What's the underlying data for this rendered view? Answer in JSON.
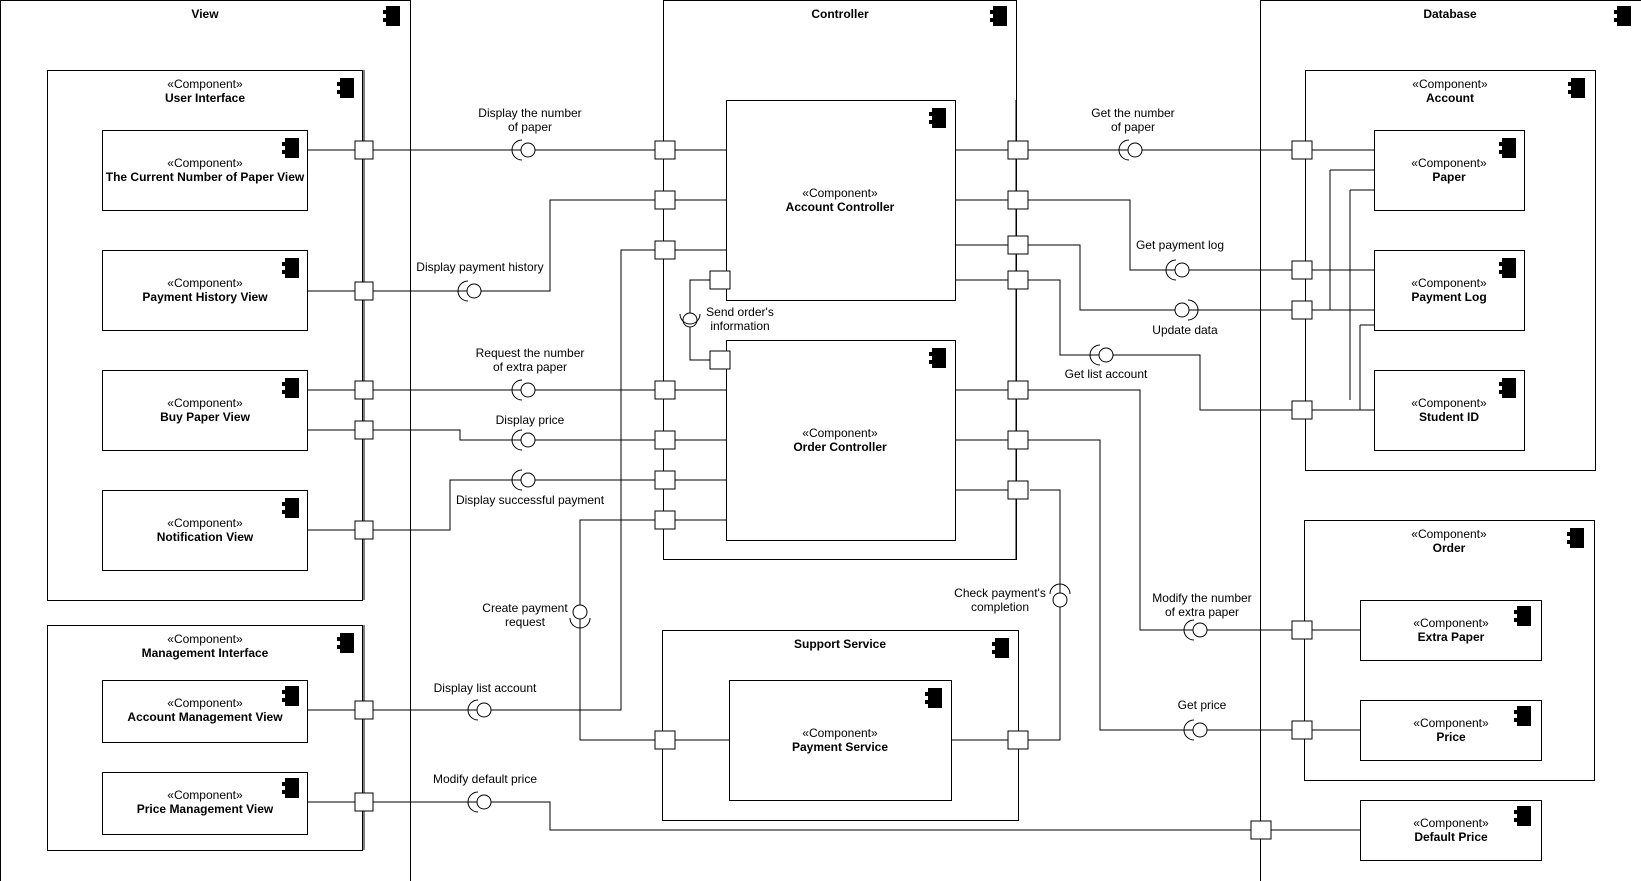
{
  "stereotype": "«Component»",
  "containers": {
    "view": "View",
    "controller": "Controller",
    "database": "Database"
  },
  "components": {
    "user_interface": "User Interface",
    "current_paper_view": "The Current Number of Paper View",
    "payment_history_view": "Payment History View",
    "buy_paper_view": "Buy Paper View",
    "notification_view": "Notification View",
    "management_interface": "Management Interface",
    "account_management_view": "Account Management View",
    "price_management_view": "Price Management View",
    "account_controller": "Account Controller",
    "order_controller": "Order Controller",
    "support_service": "Support Service",
    "payment_service": "Payment Service",
    "account": "Account",
    "paper": "Paper",
    "payment_log": "Payment Log",
    "student_id": "Student ID",
    "order": "Order",
    "extra_paper": "Extra Paper",
    "price": "Price",
    "default_price": "Default Price"
  },
  "interfaces": {
    "display_number_paper": [
      "Display the number",
      "of paper"
    ],
    "display_payment_history": "Display payment history",
    "request_extra_paper": [
      "Request the number",
      "of extra paper"
    ],
    "display_price": "Display price",
    "display_successful_payment": "Display successful payment",
    "send_order_info": [
      "Send order's",
      "information"
    ],
    "create_payment_request": [
      "Create payment",
      "request"
    ],
    "display_list_account": "Display list account",
    "modify_default_price": "Modify default price",
    "check_payment_completion": [
      "Check payment's",
      "completion"
    ],
    "get_number_paper": [
      "Get the number",
      "of paper"
    ],
    "get_payment_log": "Get payment log",
    "update_data": "Update data",
    "get_list_account": "Get list account",
    "modify_extra_paper": [
      "Modify the number",
      "of extra paper"
    ],
    "get_price": "Get price"
  }
}
